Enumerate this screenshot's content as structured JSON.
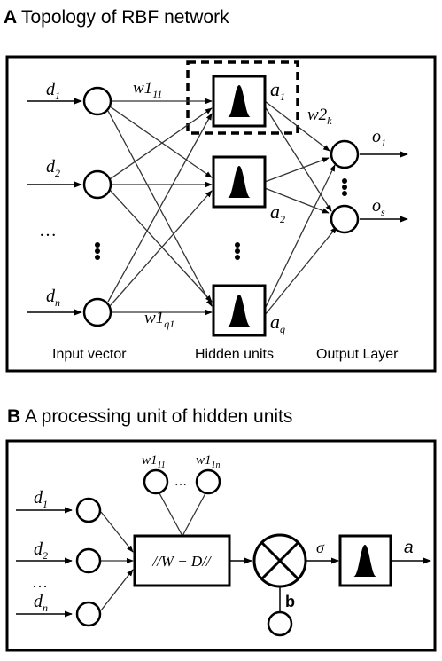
{
  "panel_a": {
    "letter": "A",
    "title": "Topology of RBF network",
    "inputs": [
      {
        "sym": "d",
        "sub": "1"
      },
      {
        "sym": "d",
        "sub": "2"
      },
      {
        "sym": "d",
        "sub": "n"
      }
    ],
    "ellipsis": "…",
    "weight_first": {
      "sym": "w1",
      "sub": "11"
    },
    "weight_last": {
      "sym": "w1",
      "sub": "q1"
    },
    "weight_out": {
      "sym": "w2",
      "sub": "k"
    },
    "hidden_outputs": [
      {
        "sym": "a",
        "sub": "1"
      },
      {
        "sym": "a",
        "sub": "2"
      },
      {
        "sym": "a",
        "sub": "q"
      }
    ],
    "outputs": [
      {
        "sym": "o",
        "sub": "1"
      },
      {
        "sym": "o",
        "sub": "s"
      }
    ],
    "column_labels": {
      "input": "Input vector",
      "hidden": "Hidden units",
      "output": "Output Layer"
    }
  },
  "panel_b": {
    "letter": "B",
    "title": "A processing unit of hidden units",
    "inputs": [
      {
        "sym": "d",
        "sub": "1"
      },
      {
        "sym": "d",
        "sub": "2"
      },
      {
        "sym": "d",
        "sub": "n"
      }
    ],
    "ellipsis": "…",
    "weights": [
      {
        "sym": "w1",
        "sub": "11"
      },
      {
        "sym": "w1",
        "sub": "1n"
      }
    ],
    "weights_ellipsis": "…",
    "distance_label": "//W − D//",
    "bias_label": "b",
    "sigma_label": "σ",
    "output_label": "a"
  }
}
